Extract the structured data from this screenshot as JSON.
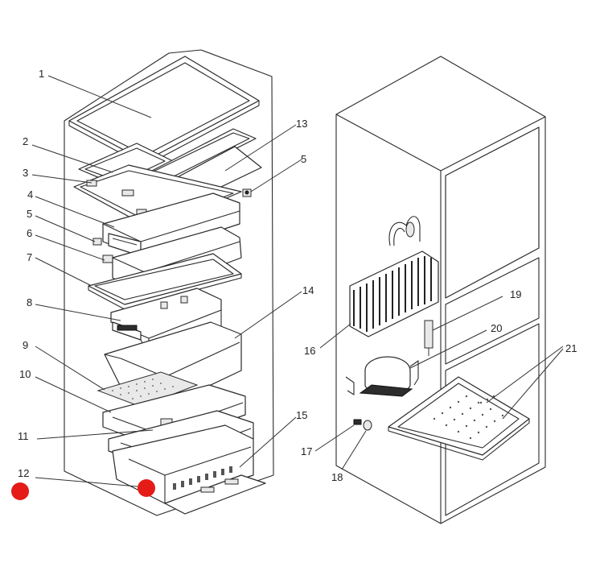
{
  "callouts": [
    {
      "label": "1"
    },
    {
      "label": "2"
    },
    {
      "label": "3"
    },
    {
      "label": "4"
    },
    {
      "label": "5"
    },
    {
      "label": "6"
    },
    {
      "label": "7"
    },
    {
      "label": "8"
    },
    {
      "label": "9"
    },
    {
      "label": "10"
    },
    {
      "label": "11"
    },
    {
      "label": "12"
    },
    {
      "label": "13"
    },
    {
      "label": "5"
    },
    {
      "label": "14"
    },
    {
      "label": "15"
    },
    {
      "label": "16"
    },
    {
      "label": "17"
    },
    {
      "label": "18"
    },
    {
      "label": "19"
    },
    {
      "label": "20"
    },
    {
      "label": "21"
    }
  ],
  "colors": {
    "marker": "#e41b17",
    "line": "#333333"
  }
}
